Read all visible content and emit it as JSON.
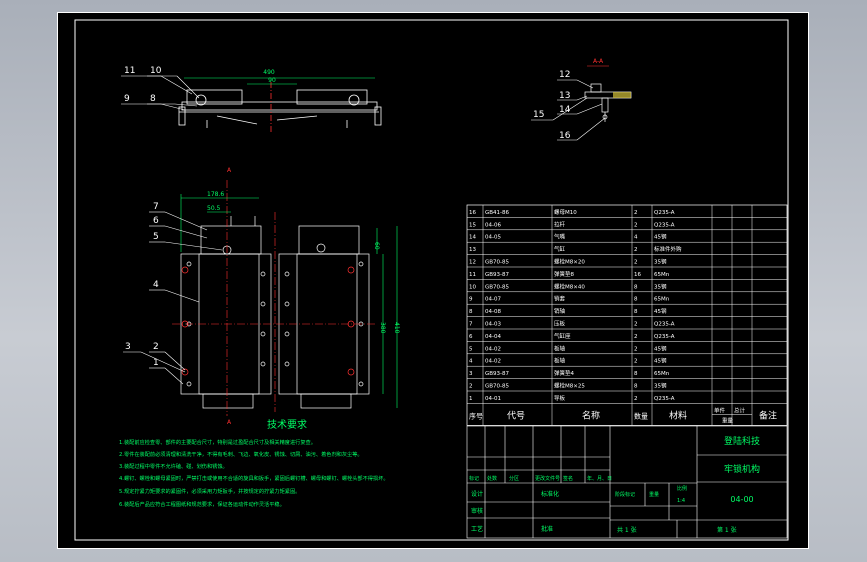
{
  "section_label": "A-A",
  "section_marker": "A",
  "callouts": {
    "top": [
      "11",
      "10",
      "9",
      "8"
    ],
    "section": [
      "12",
      "13",
      "14",
      "15",
      "16"
    ],
    "plan": [
      "7",
      "6",
      "5",
      "4",
      "3",
      "2",
      "1"
    ]
  },
  "dimensions": {
    "top_overall": "490",
    "top_half": "90",
    "plan_a": "178.6",
    "plan_b": "50.5",
    "plan_right_1": "60",
    "plan_right_2": "380",
    "plan_right_3": "410"
  },
  "bom": {
    "headers": {
      "seq": "序号",
      "code": "代号",
      "name": "名称",
      "qty": "数量",
      "material": "材料",
      "unit": "单件",
      "total": "总计",
      "weight": "重量",
      "remark": "备注"
    },
    "rows": [
      {
        "seq": "16",
        "code": "GB41-86",
        "name": "螺母M10",
        "qty": "2",
        "material": "Q235-A"
      },
      {
        "seq": "15",
        "code": "04-06",
        "name": "拉杆",
        "qty": "2",
        "material": "Q235-A"
      },
      {
        "seq": "14",
        "code": "04-05",
        "name": "气嘴",
        "qty": "4",
        "material": "45钢"
      },
      {
        "seq": "13",
        "code": "",
        "name": "气缸",
        "qty": "2",
        "material": "标准件外购"
      },
      {
        "seq": "12",
        "code": "GB70-85",
        "name": "螺栓M8×20",
        "qty": "2",
        "material": "35钢"
      },
      {
        "seq": "11",
        "code": "GB93-87",
        "name": "弹簧垫8",
        "qty": "16",
        "material": "65Mn"
      },
      {
        "seq": "10",
        "code": "GB70-85",
        "name": "螺栓M8×40",
        "qty": "8",
        "material": "35钢"
      },
      {
        "seq": "9",
        "code": "04-07",
        "name": "销套",
        "qty": "8",
        "material": "65Mn"
      },
      {
        "seq": "8",
        "code": "04-08",
        "name": "销轴",
        "qty": "8",
        "material": "45钢"
      },
      {
        "seq": "7",
        "code": "04-03",
        "name": "压板",
        "qty": "2",
        "material": "Q235-A"
      },
      {
        "seq": "6",
        "code": "04-04",
        "name": "气缸座",
        "qty": "2",
        "material": "Q235-A"
      },
      {
        "seq": "5",
        "code": "04-02",
        "name": "板轴",
        "qty": "2",
        "material": "45钢"
      },
      {
        "seq": "4",
        "code": "04-02",
        "name": "板轴",
        "qty": "2",
        "material": "45钢"
      },
      {
        "seq": "3",
        "code": "GB93-87",
        "name": "弹簧垫4",
        "qty": "8",
        "material": "65Mn"
      },
      {
        "seq": "2",
        "code": "GB70-85",
        "name": "螺栓M8×25",
        "qty": "8",
        "material": "35钢"
      },
      {
        "seq": "1",
        "code": "04-01",
        "name": "导板",
        "qty": "2",
        "material": "Q235-A"
      }
    ]
  },
  "tech_title": "技术要求",
  "tech_lines": [
    "1.装配前应检查零、部件的主要配合尺寸，特别是过盈配合尺寸及相关精度进行复查。",
    "2.零件在装配前必须清理和清洗干净，不得有毛刺、飞边、氧化皮、锈蚀、切屑、油污、着色剂和灰尘等。",
    "3.装配过程中零件不允许磕、碰、划伤和锈蚀。",
    "4.螺钉、螺栓和螺母紧固时，严禁打击或使用不合适的旋具和扳手，紧固后螺钉槽、螺母和螺钉、螺栓头部不得损坏。",
    "5.规定拧紧力矩要求的紧固件，必须采用力矩扳手，并按规定的拧紧力矩紧固。",
    "6.装配后产品应符合工程图纸和规范要求，保证各运动件动作灵活平稳。"
  ],
  "title_block": {
    "school": "登陆科技",
    "drawing_title": "牢锁机构",
    "drawing_no": "04-00",
    "scale": "1:4",
    "mark": "标记",
    "count": "处数",
    "zone": "分区",
    "doc": "更改文件号",
    "sign": "签名",
    "date": "年、月、日",
    "design": "设计",
    "std": "标准化",
    "stage": "阶段标记",
    "weight": "重量",
    "scale_lbl": "比例",
    "review": "审核",
    "process": "工艺",
    "approve": "批准",
    "sheets_total": "共 1 张",
    "sheet_no": "第 1 张"
  },
  "colors": {
    "background": "#000000",
    "line": "#ffffff",
    "centerline": "#ff3030",
    "dimension": "#00ff66",
    "table_text": "#ffffff",
    "title_text": "#00ff66"
  }
}
